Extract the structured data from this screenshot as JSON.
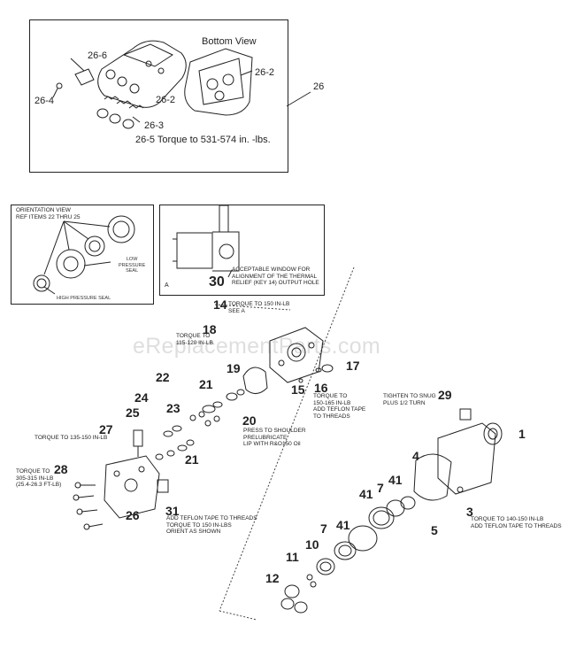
{
  "watermark": "eReplacementParts.com",
  "top_box": {
    "title": "Bottom View",
    "callouts": [
      "26-6",
      "26-4",
      "26-2",
      "26-2",
      "26-3"
    ],
    "torque_note": "26-5 Torque to 531-574 in. -lbs.",
    "assembly_number": "26"
  },
  "orientation_box": {
    "title": "ORIENTATION VIEW\nREF ITEMS 22 THRU 25",
    "low_pressure": "LOW\nPRESSURE\nSEAL",
    "high_pressure": "HIGH PRESSURE SEAL"
  },
  "window_box": {
    "corner_label": "A",
    "part_number": "30",
    "note": "ACCEPTABLE WINDOW FOR\nALIGNMENT OF THE THERMAL\nRELIEF (KEY 14) OUTPUT HOLE"
  },
  "parts": [
    {
      "id": "14",
      "note": "TORQUE TO 150 IN-LB\nSEE A"
    },
    {
      "id": "18",
      "note": "TORQUE TO\n115-120 IN-LB"
    },
    {
      "id": "19",
      "note": ""
    },
    {
      "id": "17",
      "note": ""
    },
    {
      "id": "15",
      "note": ""
    },
    {
      "id": "16",
      "note": "TORQUE TO\n150-165 IN-LB\nADD TEFLON TAPE\nTO THREADS"
    },
    {
      "id": "22",
      "note": ""
    },
    {
      "id": "21",
      "note": ""
    },
    {
      "id": "24",
      "note": ""
    },
    {
      "id": "23",
      "note": ""
    },
    {
      "id": "25",
      "note": ""
    },
    {
      "id": "20",
      "note": "PRESS TO SHOULDER\nPRELUBRICATE\nLIP WITH R&O150 Oil"
    },
    {
      "id": "27",
      "note": "TORQUE TO 135-150 IN-LB"
    },
    {
      "id": "21b",
      "label": "21",
      "note": ""
    },
    {
      "id": "28",
      "note": "TORQUE TO\n305-315 IN-LB\n(25.4-26.3 FT-LB)"
    },
    {
      "id": "26",
      "note": ""
    },
    {
      "id": "31",
      "note": "ADD TEFLON TAPE TO THREADS\nTORQUE TO 150 IN-LBS\nORIENT AS SHOWN"
    },
    {
      "id": "29",
      "note": "TIGHTEN TO SNUG\nPLUS 1/2 TURN"
    },
    {
      "id": "1",
      "note": ""
    },
    {
      "id": "4",
      "note": ""
    },
    {
      "id": "41",
      "note": ""
    },
    {
      "id": "7",
      "note": ""
    },
    {
      "id": "41b",
      "label": "41",
      "note": ""
    },
    {
      "id": "5",
      "note": ""
    },
    {
      "id": "3",
      "note": "TORQUE TO 140-150 IN-LB\nADD TEFLON TAPE TO THREADS"
    },
    {
      "id": "7b",
      "label": "7",
      "note": ""
    },
    {
      "id": "41c",
      "label": "41",
      "note": ""
    },
    {
      "id": "10",
      "note": ""
    },
    {
      "id": "11",
      "note": ""
    },
    {
      "id": "12",
      "note": ""
    }
  ],
  "labels": {
    "p14": "14",
    "p18": "18",
    "p19": "19",
    "p17": "17",
    "p15": "15",
    "p16": "16",
    "p22": "22",
    "p21": "21",
    "p24": "24",
    "p23": "23",
    "p25": "25",
    "p20": "20",
    "p27": "27",
    "p21b": "21",
    "p28": "28",
    "p26": "26",
    "p31": "31",
    "p29": "29",
    "p1": "1",
    "p4": "4",
    "p41": "41",
    "p7": "7",
    "p41b": "41",
    "p5": "5",
    "p3": "3",
    "p7b": "7",
    "p41c": "41",
    "p10": "10",
    "p11": "11",
    "p12": "12"
  }
}
